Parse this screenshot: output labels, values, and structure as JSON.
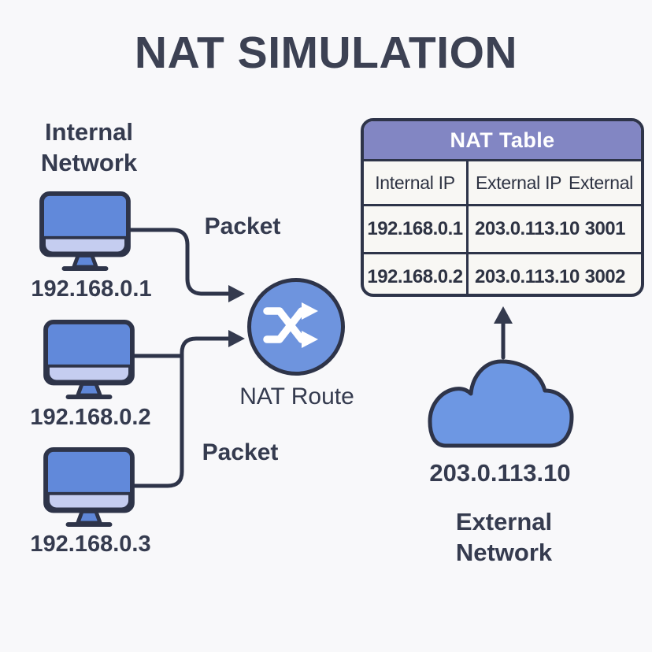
{
  "title": "NAT SIMULATION",
  "internal_network": {
    "label_line1": "Internal",
    "label_line2": "Network",
    "device_icon": "desktop-monitor-icon",
    "devices": [
      {
        "ip": "192.168.0.1"
      },
      {
        "ip": "192.168.0.2"
      },
      {
        "ip": "192.168.0.3"
      }
    ]
  },
  "packets": {
    "top_label": "Packet",
    "bottom_label": "Packet"
  },
  "router": {
    "label": "NAT Route",
    "icon": "shuffle-icon"
  },
  "nat_table": {
    "title": "NAT Table",
    "columns": {
      "internal": "Internal IP",
      "external_ip": "External IP",
      "external_port": "External"
    },
    "rows": [
      {
        "internal_ip": "192.168.0.1",
        "external_ip": "203.0.113.10",
        "port": "3001"
      },
      {
        "internal_ip": "192.168.0.2",
        "external_ip": "203.0.113.10",
        "port": "3002"
      }
    ]
  },
  "external_network": {
    "ip": "203.0.113.10",
    "label_line1": "External",
    "label_line2": "Network",
    "icon": "cloud-icon"
  },
  "colors": {
    "background": "#f8f8fa",
    "ink": "#353b4f",
    "outline": "#2e3449",
    "screen_blue": "#6189da",
    "monitor_chin": "#c5cdf0",
    "stand_blue": "#5f87d8",
    "router_blue": "#6e94de",
    "cloud_blue": "#6d97e3",
    "table_header_purple": "#8286c3",
    "table_cell_bg": "#f8f7f4",
    "table_header_text": "#ffffff"
  }
}
